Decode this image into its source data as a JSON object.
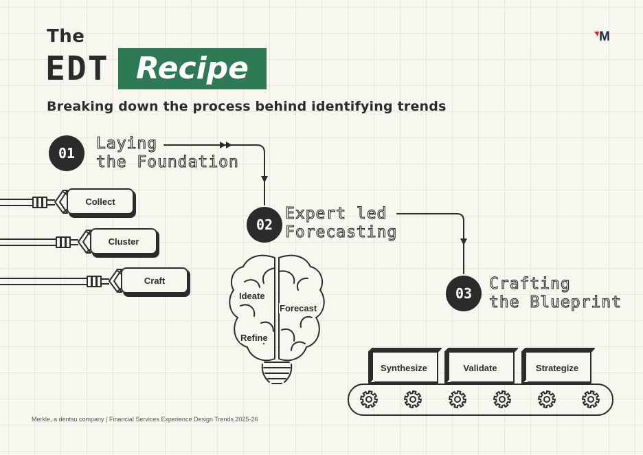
{
  "header": {
    "the": "The",
    "edt": "EDT",
    "recipe": "Recipe",
    "subtitle": "Breaking down the process behind identifying trends"
  },
  "logo": {
    "letter": "M",
    "accent_color": "#d8232a",
    "brand_color": "#1f2a44"
  },
  "steps": [
    {
      "number": "01",
      "line1": "Laying",
      "line2": "the Foundation"
    },
    {
      "number": "02",
      "line1": "Expert led",
      "line2": "Forecasting"
    },
    {
      "number": "03",
      "line1": "Crafting",
      "line2": "the Blueprint"
    }
  ],
  "foundation_items": [
    "Collect",
    "Cluster",
    "Craft"
  ],
  "brain_labels": {
    "ideate": "Ideate",
    "forecast": "Forecast",
    "refine": "Refine"
  },
  "conveyor_boxes": [
    "Synthesize",
    "Validate",
    "Strategize"
  ],
  "footer": "Merkle, a dentsu company | Financial Services Experience Design Trends 2025-26",
  "colors": {
    "accent_green": "#2e7a55",
    "ink": "#2b2b2b",
    "paper": "#f7f6ef"
  }
}
